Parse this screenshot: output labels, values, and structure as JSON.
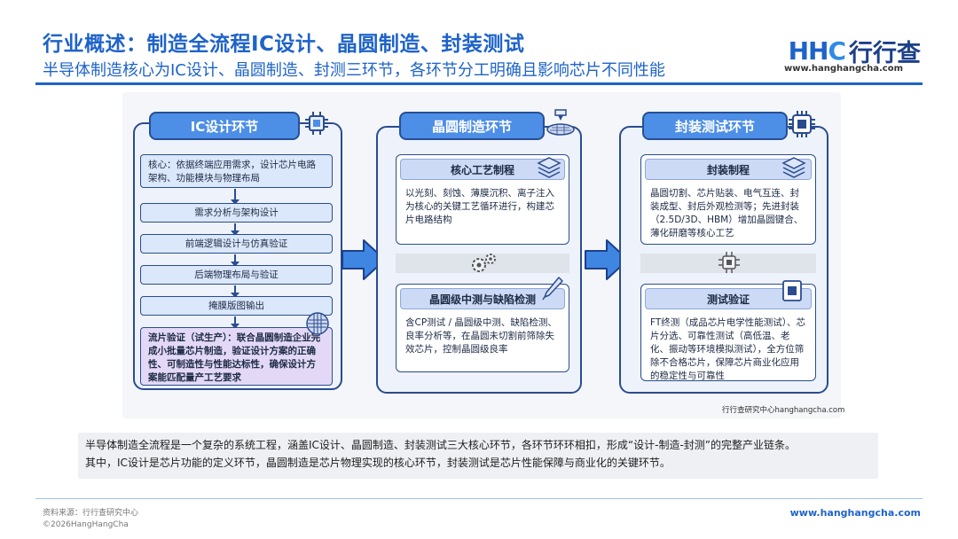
{
  "header": {
    "title": "行业概述：制造全流程IC设计、晶圆制造、封装测试",
    "subtitle": "半导体制造核心为IC设计、晶圆制造、封测三环节，各环节分工明确且影响芯片不同性能",
    "logo_mark": "HHC",
    "logo_text": "行行查",
    "logo_url": "www.hanghangcha.com"
  },
  "ic_design": {
    "title": "IC设计环节",
    "core": "核心：依据终端应用需求，设计芯片电路架构、功能模块与物理布局",
    "steps": [
      "需求分析与架构设计",
      "前端逻辑设计与仿真验证",
      "后端物理布局与验证",
      "掩膜版图输出"
    ],
    "tapeout": "流片验证（试生产）：联合晶圆制造企业完成小批量芯片制造，验证设计方案的正确性、可制造性与性能达标性，确保设计方案能匹配量产工艺要求"
  },
  "wafer": {
    "title": "晶圆制造环节",
    "card1_title": "核心工艺制程",
    "card1_body": "以光刻、刻蚀、薄膜沉积、离子注入为核心的关键工艺循环进行，构建芯片电路结构",
    "card2_title": "晶圆级中测与缺陷检测",
    "card2_body": "含CP测试 / 晶圆级中测、缺陷检测、良率分析等，在晶圆未切割前筛除失效芯片，控制晶圆级良率"
  },
  "packaging": {
    "title": "封装测试环节",
    "card1_title": "封装制程",
    "card1_body": "晶圆切割、芯片贴装、电气互连、封装成型、封后外观检测等；先进封装（2.5D/3D、HBM）增加晶圆键合、薄化研磨等核心工艺",
    "card2_title": "测试验证",
    "card2_body": "FT终测（成品芯片电学性能测试）、芯片分选、可靠性测试（高低温、老化、振动等环境模拟测试），全方位筛除不合格芯片，保障芯片商业化应用的稳定性与可靠性"
  },
  "watermark": "行行查研究中心hanghangcha.com",
  "summary": {
    "line1": "半导体制造全流程是一个复杂的系统工程，涵盖IC设计、晶圆制造、封装测试三大核心环节，各环节环环相扣，形成“设计-制造-封测”的完整产业链条。",
    "line2": "其中，IC设计是芯片功能的定义环节，晶圆制造是芯片物理实现的核心环节，封装测试是芯片性能保障与商业化的关键环节。"
  },
  "footer": {
    "source": "资料来源：行行查研究中心",
    "copyright": "©2026HangHangCha",
    "url": "www.hanghangcha.com"
  },
  "icons": [
    "chip-icon",
    "wafer-fab-icon",
    "chip-package-icon",
    "layers-icon",
    "gears-icon",
    "probe-pen-icon",
    "cpu-icon",
    "checklist-icon",
    "wafer-grid-icon"
  ]
}
